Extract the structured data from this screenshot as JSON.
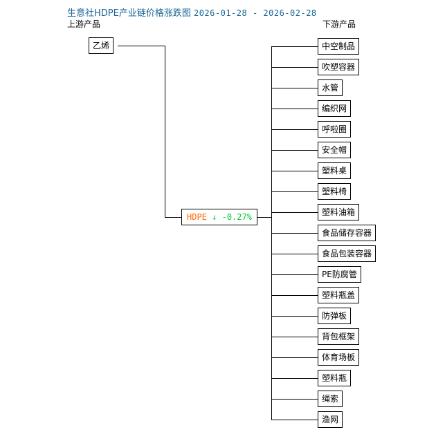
{
  "chart_data": {
    "type": "diagram",
    "title": "生意社HDPE产业链价格涨跌图",
    "date_range": "2026-01-28 - 2026-02-28",
    "center": {
      "symbol": "HDPE",
      "arrow": "↓",
      "change": "-0.27%",
      "direction": "down",
      "color": "#00cc33",
      "symbol_color": "#ff6600"
    },
    "upstream": [
      "乙烯"
    ],
    "downstream": [
      "中空制品",
      "吹塑容器",
      "水管",
      "编织网",
      "呼啦圈",
      "安全帽",
      "塑料桌",
      "塑料椅",
      "塑料油箱",
      "食品储存容器",
      "食品包装容器",
      "PE防腐管",
      "塑料瓶盖",
      "防弹板",
      "背包框架",
      "体育场板",
      "塑料瓶",
      "绳索",
      "渔网"
    ]
  },
  "header": {
    "title": "生意社HDPE产业链价格涨跌图",
    "date_range": "2026-01-28 - 2026-02-28",
    "title_color": "#1a6496"
  },
  "columns": {
    "upstream_label": "上游产品",
    "downstream_label": "下游产品"
  },
  "upstream": {
    "nodes": [
      {
        "label": "乙烯"
      }
    ]
  },
  "center_node": {
    "symbol": "HDPE",
    "arrow": "↓",
    "change": "-0.27%"
  },
  "downstream": {
    "nodes": [
      {
        "label": "中空制品"
      },
      {
        "label": "吹塑容器"
      },
      {
        "label": "水管"
      },
      {
        "label": "编织网"
      },
      {
        "label": "呼啦圈"
      },
      {
        "label": "安全帽"
      },
      {
        "label": "塑料桌"
      },
      {
        "label": "塑料椅"
      },
      {
        "label": "塑料油箱"
      },
      {
        "label": "食品储存容器"
      },
      {
        "label": "食品包装容器"
      },
      {
        "label": "PE防腐管"
      },
      {
        "label": "塑料瓶盖"
      },
      {
        "label": "防弹板"
      },
      {
        "label": "背包框架"
      },
      {
        "label": "体育场板"
      },
      {
        "label": "塑料瓶"
      },
      {
        "label": "绳索"
      },
      {
        "label": "渔网"
      }
    ]
  }
}
